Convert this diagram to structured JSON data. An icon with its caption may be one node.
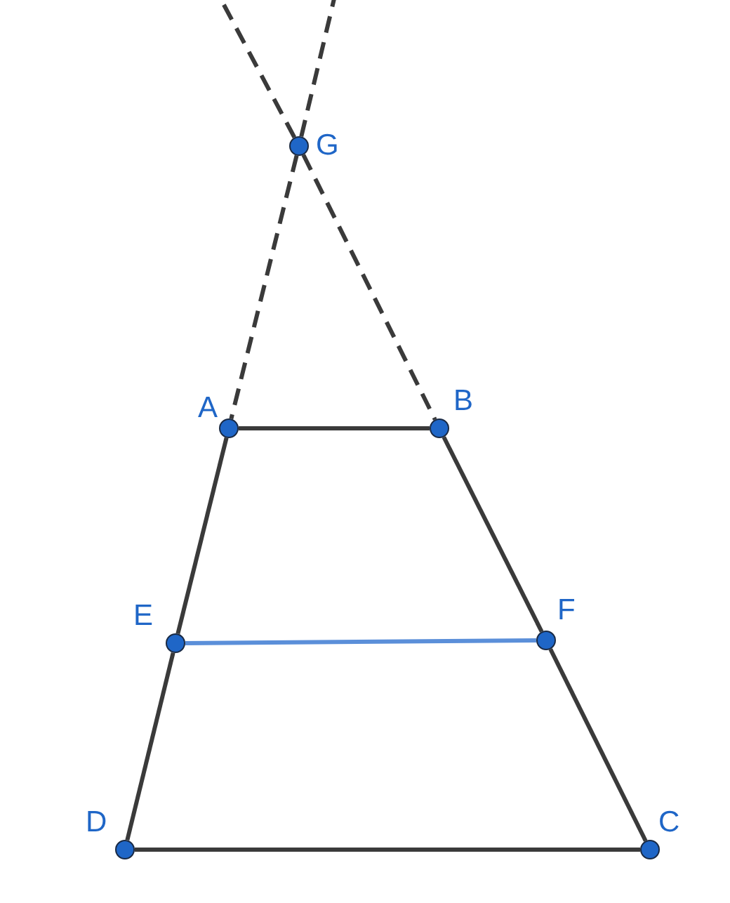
{
  "diagram": {
    "nodes": [
      {
        "text": [
          "G"
        ]
      },
      {
        "text": [
          "A"
        ]
      },
      {
        "text": [
          "B"
        ]
      },
      {
        "text": [
          "E"
        ]
      },
      {
        "text": [
          "F"
        ]
      },
      {
        "text": [
          "D"
        ]
      },
      {
        "text": [
          "C"
        ]
      }
    ],
    "edges": [
      {
        "from": 1,
        "to": 2,
        "arrow": "none"
      },
      {
        "from": 0,
        "to": 1,
        "arrow": "none",
        "style": "dashed"
      },
      {
        "from": 0,
        "to": 2,
        "arrow": "none",
        "style": "dashed"
      },
      {
        "from": 0,
        "to": null,
        "arrow": "none",
        "style": "dashed"
      },
      {
        "from": 0,
        "to": null,
        "arrow": "none",
        "style": "dashed"
      },
      {
        "from": 1,
        "to": 3,
        "arrow": "none"
      },
      {
        "from": 3,
        "to": 5,
        "arrow": "none"
      },
      {
        "from": 2,
        "to": 4,
        "arrow": "none"
      },
      {
        "from": 4,
        "to": 6,
        "arrow": "none"
      },
      {
        "from": 5,
        "to": 6,
        "arrow": "none"
      },
      {
        "from": 3,
        "to": 4,
        "arrow": "none",
        "color": "#5b8fd9"
      }
    ]
  }
}
